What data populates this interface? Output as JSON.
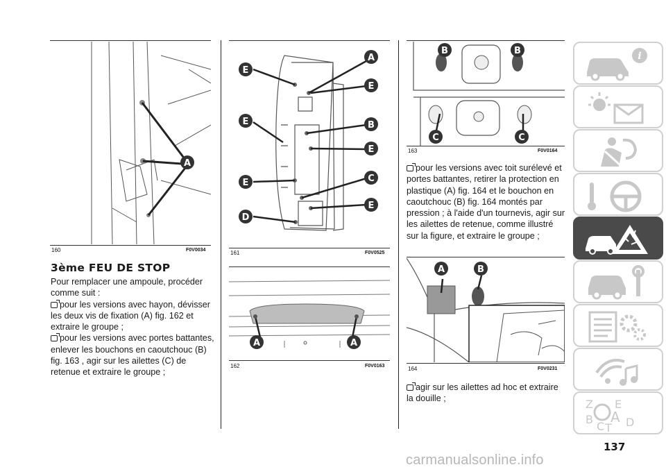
{
  "column1": {
    "fig160": {
      "number": "160",
      "code": "F0V0034",
      "labels": [
        "A"
      ]
    },
    "heading": "3ème FEU DE STOP",
    "intro": "Pour remplacer une ampoule, procéder comme suit :",
    "bullets": [
      "pour les versions avec hayon, dévisser les deux vis de fixation (A) fig. 162 et extraire le groupe ;",
      "pour les versions avec portes battantes, enlever les bouchons en caoutchouc (B) fig. 163 , agir sur les ailettes (C) de retenue et extraire le groupe ;"
    ]
  },
  "column2": {
    "fig161": {
      "number": "161",
      "code": "F0V0525",
      "labels": [
        "A",
        "E",
        "E",
        "B",
        "E",
        "E",
        "E",
        "C",
        "E",
        "D"
      ]
    },
    "fig162": {
      "number": "162",
      "code": "F0V0163",
      "labels": [
        "A",
        "A"
      ]
    }
  },
  "column3": {
    "fig163": {
      "number": "163",
      "code": "F0V0164",
      "labels": [
        "B",
        "B",
        "C",
        "C"
      ]
    },
    "bullet1": "pour les versions avec toit surélevé et portes battantes, retirer la protection en plastique (A) fig. 164 et le bouchon en caoutchouc (B) fig. 164 montés par pression ; à l'aide d'un tournevis, agir sur les ailettes de retenue, comme illustré sur la figure, et extraire le groupe ;",
    "fig164": {
      "number": "164",
      "code": "F0V0231",
      "labels": [
        "A",
        "B"
      ]
    },
    "bullet2": "agir sur les ailettes ad hoc et extraire la douille ;"
  },
  "page_number": "137",
  "watermark": "carmanualsonline.info",
  "sidebar": {
    "tabs": [
      {
        "icon": "car-info-icon",
        "active": false
      },
      {
        "icon": "warning-lights-icon",
        "active": false
      },
      {
        "icon": "airbag-seatbelt-icon",
        "active": false
      },
      {
        "icon": "steering-key-icon",
        "active": false
      },
      {
        "icon": "emergency-triangle-icon",
        "active": true
      },
      {
        "icon": "car-maintenance-icon",
        "active": false
      },
      {
        "icon": "specifications-icon",
        "active": false
      },
      {
        "icon": "multimedia-icon",
        "active": false
      },
      {
        "icon": "index-icon",
        "active": false
      }
    ],
    "active_color": "#4a4a4a",
    "inactive_border": "#d0d0d0"
  }
}
